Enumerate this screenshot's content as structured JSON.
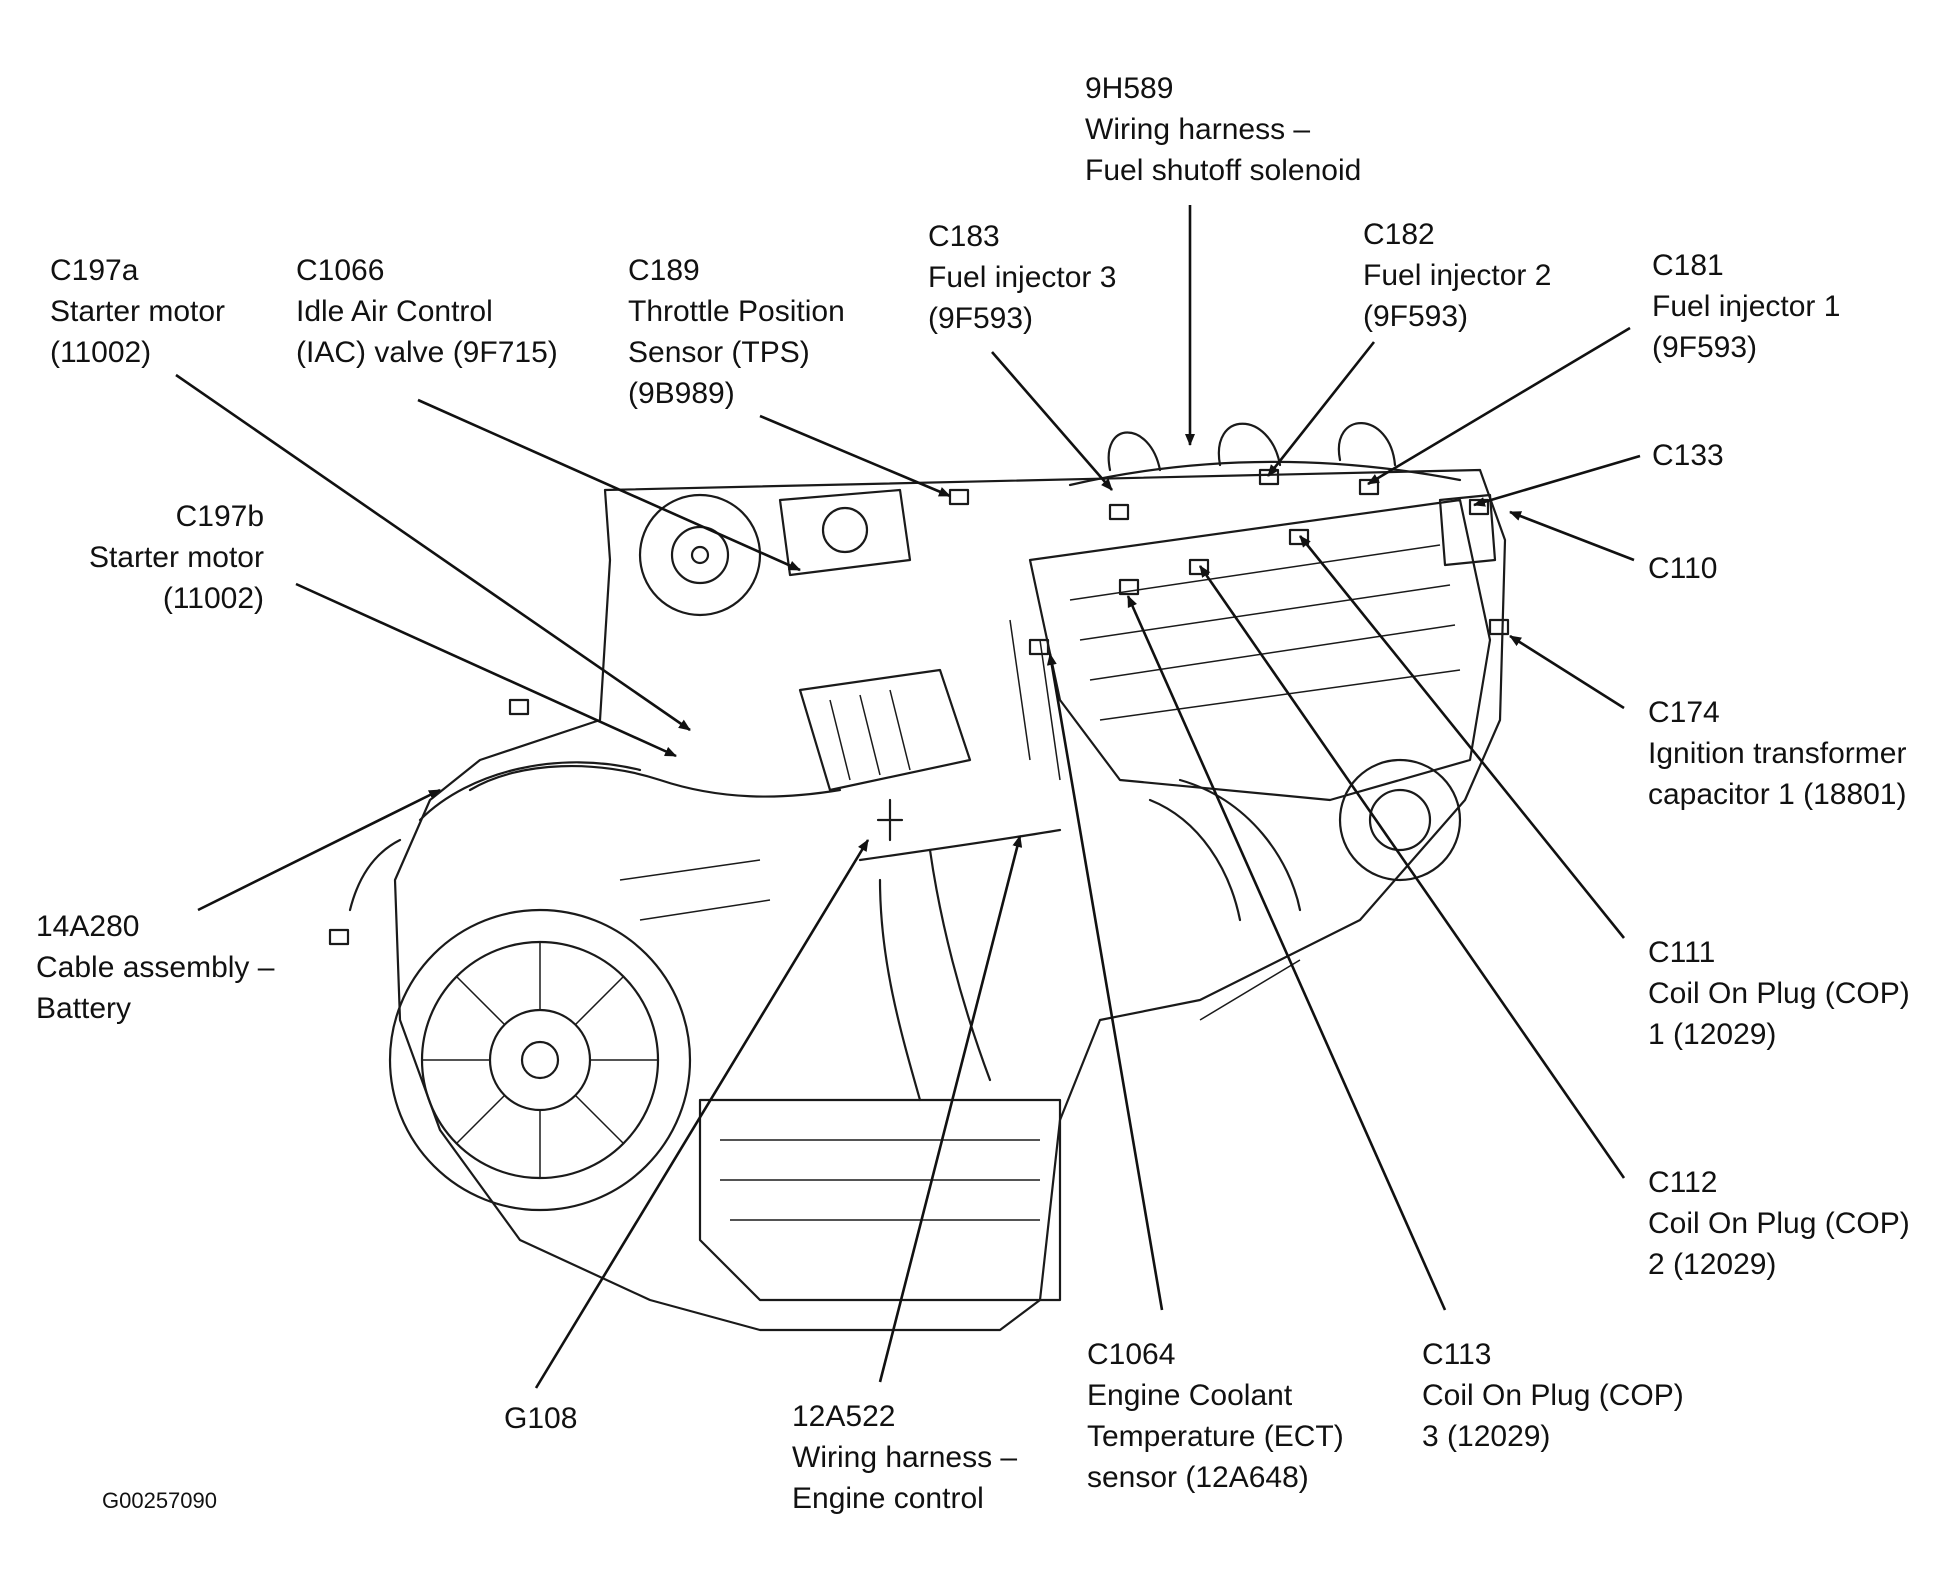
{
  "figure_id": "G00257090",
  "callouts": [
    {
      "id": "9h589",
      "lines": [
        "9H589",
        "Wiring harness –",
        "Fuel shutoff solenoid"
      ]
    },
    {
      "id": "c183",
      "lines": [
        "C183",
        "Fuel injector 3",
        "(9F593)"
      ]
    },
    {
      "id": "c182",
      "lines": [
        "C182",
        "Fuel injector 2",
        "(9F593)"
      ]
    },
    {
      "id": "c181",
      "lines": [
        "C181",
        "Fuel injector 1",
        "(9F593)"
      ]
    },
    {
      "id": "c197a",
      "lines": [
        "C197a",
        "Starter motor",
        "(11002)"
      ]
    },
    {
      "id": "c1066",
      "lines": [
        "C1066",
        "Idle Air Control",
        "(IAC) valve (9F715)"
      ]
    },
    {
      "id": "c189",
      "lines": [
        "C189",
        "Throttle Position",
        "Sensor (TPS)",
        "(9B989)"
      ]
    },
    {
      "id": "c133",
      "lines": [
        "C133"
      ]
    },
    {
      "id": "c197b",
      "lines": [
        "C197b",
        "Starter motor",
        "(11002)"
      ]
    },
    {
      "id": "c110",
      "lines": [
        "C110"
      ]
    },
    {
      "id": "c174",
      "lines": [
        "C174",
        "Ignition transformer",
        "capacitor 1 (18801)"
      ]
    },
    {
      "id": "14a280",
      "lines": [
        "14A280",
        "Cable assembly –",
        "Battery"
      ]
    },
    {
      "id": "c111",
      "lines": [
        "C111",
        "Coil On Plug (COP)",
        "1 (12029)"
      ]
    },
    {
      "id": "c112",
      "lines": [
        "C112",
        "Coil On Plug (COP)",
        "2 (12029)"
      ]
    },
    {
      "id": "c1064",
      "lines": [
        "C1064",
        "Engine Coolant",
        "Temperature (ECT)",
        "sensor (12A648)"
      ]
    },
    {
      "id": "c113",
      "lines": [
        "C113",
        "Coil On Plug (COP)",
        "3 (12029)"
      ]
    },
    {
      "id": "g108",
      "lines": [
        "G108"
      ]
    },
    {
      "id": "12a522",
      "lines": [
        "12A522",
        "Wiring harness –",
        "Engine control"
      ]
    }
  ]
}
